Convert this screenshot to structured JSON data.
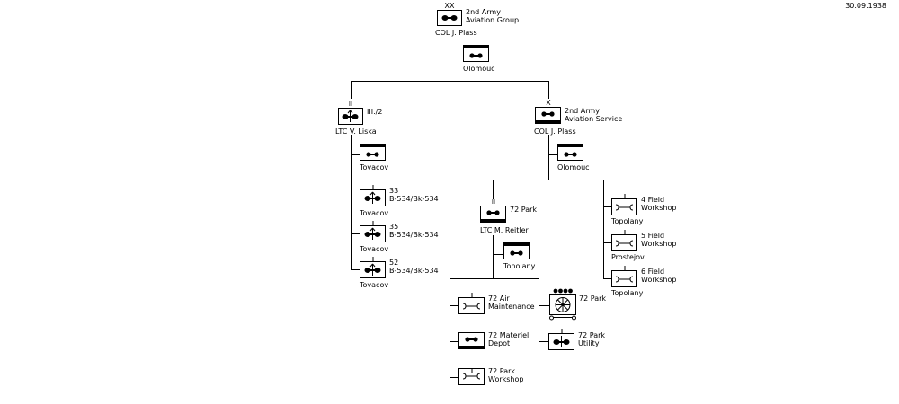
{
  "date": "30.09.1938",
  "units": {
    "aviation_group": {
      "echelon": "XX",
      "name": "2nd Army\nAviation Group",
      "commander": "COL  J. Plass"
    },
    "group_hq": {
      "location": "Olomouc"
    },
    "squadron_III2": {
      "echelon": "II",
      "name": "III./2",
      "commander": "LTC  V. Liska"
    },
    "sqn_hq": {
      "location": "Tovacov"
    },
    "flight_33": {
      "name": "33\nB-534/Bk-534",
      "location": "Tovacov"
    },
    "flight_35": {
      "name": "35\nB-534/Bk-534",
      "location": "Tovacov"
    },
    "flight_52": {
      "name": "52\nB-534/Bk-534",
      "location": "Tovacov"
    },
    "aviation_service": {
      "echelon": "X",
      "name": "2nd Army\nAviation Service",
      "commander": "COL  J. Plass"
    },
    "service_hq": {
      "location": "Olomouc"
    },
    "park_72": {
      "echelon": "II",
      "name": "72 Park",
      "commander": "LTC   M. Reitler"
    },
    "park_hq": {
      "location": "Topolany"
    },
    "air_maint": {
      "name": "72 Air\nMaintenance"
    },
    "materiel_depot": {
      "name": "72 Materiel\nDepot"
    },
    "park_workshop": {
      "name": "72 Park\nWorkshop"
    },
    "park_72_sub": {
      "echelon": "●●●●",
      "name": "72 Park"
    },
    "park_utility": {
      "name": "72 Park\nUtility"
    },
    "field_ws_4": {
      "name": "4 Field\nWorkshop",
      "location": "Topolany"
    },
    "field_ws_5": {
      "name": "5 Field\nWorkshop",
      "location": "Prostejov"
    },
    "field_ws_6": {
      "name": "6 Field\nWorkshop",
      "location": "Topolany"
    }
  }
}
